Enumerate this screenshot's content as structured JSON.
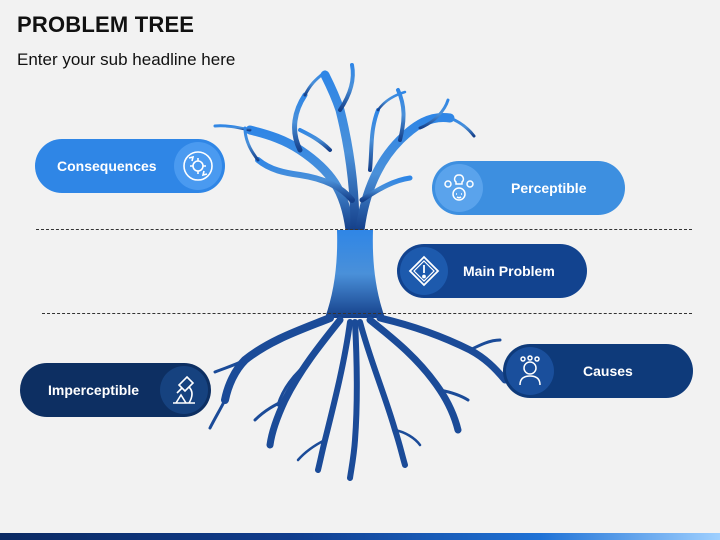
{
  "slide": {
    "title": "PROBLEM TREE",
    "subtitle": "Enter your sub headline here"
  },
  "labels": {
    "consequences": "Consequences",
    "perceptible": "Perceptible",
    "main_problem": "Main Problem",
    "causes": "Causes",
    "imperceptible": "Imperceptible"
  },
  "colors": {
    "consequences": "#2f86e6",
    "perceptible": "#3d8fe0",
    "main_problem": "#12438f",
    "causes": "#0e3a7a",
    "imperceptible": "#0d2f62",
    "tree": "#3a86d6"
  }
}
